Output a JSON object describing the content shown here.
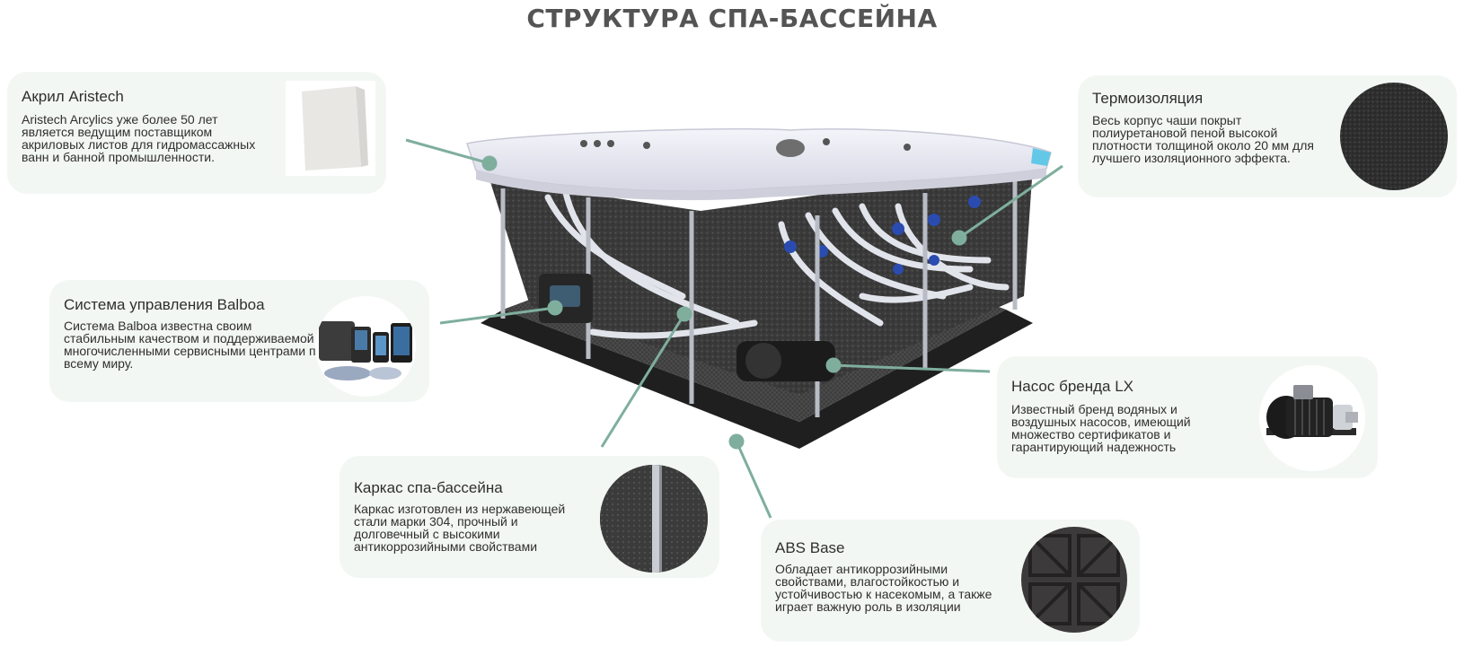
{
  "title": "СТРУКТУРА СПА-БАССЕЙНА",
  "colors": {
    "accent": "#7fae9d",
    "card_bg": "#f3f7f4",
    "title": "#545454"
  },
  "cards": {
    "acrylic": {
      "title": "Акрил Aristech",
      "desc": "Aristech Arcylics уже более 50 лет является ведущим поставщиком акриловых листов для гидромассажных ванн и банной промышленности.",
      "icon": "acrylic-sheet-icon"
    },
    "balboa": {
      "title": "Система управления Balboa",
      "desc": "Система Balboa известна своим стабильным качеством и поддерживаемой многочисленными сервисными центрами по всему миру.",
      "icon": "control-panels-icon"
    },
    "frame": {
      "title": "Каркас спа-бассейна",
      "desc": "Каркас изготовлен из нержавеющей стали марки 304, прочный и долговечный с высокими антикоррозийными свойствами",
      "icon": "steel-frame-icon"
    },
    "insulation": {
      "title": "Термоизоляция",
      "desc": "Весь корпус чаши покрыт полиуретановой пеной высокой плотности толщиной около 20 мм для лучшего изоляционного эффекта.",
      "icon": "foam-insulation-icon"
    },
    "pump": {
      "title": "Насос бренда LX",
      "desc": "Известный бренд водяных и воздушных насосов, имеющий множество сертификатов и гарантирующий надежность",
      "icon": "water-pump-icon"
    },
    "abs": {
      "title": "ABS Base",
      "desc": "Обладает антикоррозийными свойствами, влагостойкостью и устойчивостью к насекомым, а также играет важную роль в изоляции",
      "icon": "abs-base-icon"
    }
  }
}
